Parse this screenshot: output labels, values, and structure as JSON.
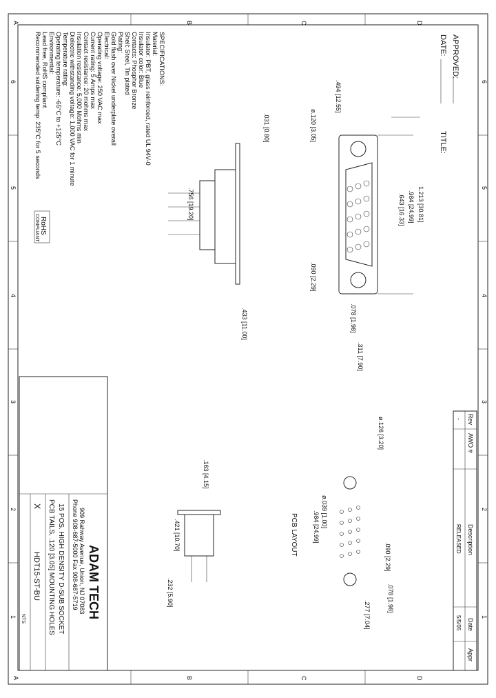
{
  "border": {
    "left_letters": [
      "A",
      "B",
      "C",
      "D"
    ],
    "right_letters": [
      "A",
      "B",
      "C",
      "D"
    ],
    "top_numbers": [
      "6",
      "5",
      "4",
      "3",
      "2",
      "1"
    ],
    "bottom_numbers": [
      "6",
      "5",
      "4",
      "3",
      "2",
      "1"
    ]
  },
  "approval": {
    "approved": "APPROVED:",
    "date": "DATE:",
    "title": "TITLE:"
  },
  "revision_table": {
    "headers": [
      "Rev",
      "AWO #",
      "Description",
      "Date",
      "Appr"
    ],
    "row": [
      "-",
      "",
      "RELEASED",
      "5/5/05",
      ""
    ]
  },
  "specifications": {
    "heading": "SPECIFICATIONS:",
    "lines": [
      "Material:",
      "Insulator: PBT, glass reinforced, rated UL 94V-0",
      "Insulator color: Blue",
      "Contacts: Phosphor Bronze",
      "Shell: Steel, Tin plated",
      "Plating:",
      "Gold flash over Nickel underplate overall",
      "Electrical:",
      "Operating voltage: 250 VAC max",
      "Current rating: 5 Amps max",
      "Contact resistance: 20 mohms max",
      "Insulation resistance: 5,000 Mohms min",
      "Dielectric withstanding voltage: 1,000 VAC for 1 minute",
      "Temperature rating:",
      "Operating temperature: -65°C to +125°C",
      "Environmental:",
      "Lead free, RoHS compliant",
      "Recommended soldering temp: 235°C for 5 seconds"
    ],
    "rohs_badge": "RoHS",
    "rohs_sub": "COMPLIANT"
  },
  "dimensions": {
    "front_width": "1.213 [30.81]",
    "front_pin_span": ".984 [24.99]",
    "front_shell": ".643 [16.33]",
    "front_height": ".494 [12.55]",
    "front_hole": "ø.120 [3.05]",
    "front_pitch": ".090 [2.29]",
    "front_row": ".078 [1.98]",
    ".311": ".311 [7.90]",
    "side_flange": ".031 [0.80]",
    "side_body": ".756 [19.20]",
    "side_tail": ".433 [11.00]",
    "pcb_hole_big": "ø.126 [3.20]",
    "pcb_hole_small": "ø.039 [1.00]",
    "pcb_span": ".984 [24.99]",
    "pcb_pitch": ".090 [2.29]",
    "pcb_row": ".078 [1.98]",
    "pcb_depth": ".277 [7.04]",
    "pcb_label": "PCB LAYOUT",
    "end_top": ".163 [4.15]",
    "end_height": ".421 [10.70]",
    "end_width": ".232 [5.90]"
  },
  "title_block": {
    "company": "ADAM TECH",
    "address": "909 Rahway Avenue, Union, NJ 07083",
    "phone": "Phone 908-687-5000 Fax 908-687-5719",
    "desc1": "15 POS. HIGH DENSITY D-SUB SOCKET",
    "desc2": "PCB TAILS, .120 [3.05] MOUNTING HOLES",
    "part_no": "HDT15-ST-BU",
    "scale": "NTS",
    "mark": "X"
  }
}
